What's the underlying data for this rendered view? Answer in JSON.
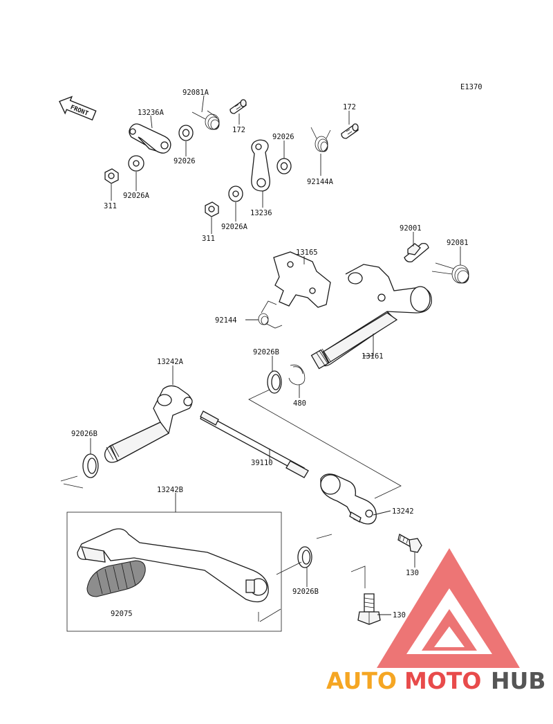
{
  "diagram_id": "E1370",
  "front_label": "FRONT",
  "labels": {
    "p13236A": "13236A",
    "p92081A": "92081A",
    "p172a": "172",
    "p172b": "172",
    "p92026a": "92026",
    "p92026b": "92026",
    "p92144A": "92144A",
    "p311a": "311",
    "p92026Aa": "92026A",
    "p13236": "13236",
    "p92026Ab": "92026A",
    "p311b": "311",
    "p92001": "92001",
    "p92081": "92081",
    "p13165": "13165",
    "p92144": "92144",
    "p13161": "13161",
    "p92026Ba": "92026B",
    "p480": "480",
    "p13242A": "13242A",
    "p92026Bb": "92026B",
    "p39110": "39110",
    "p13242": "13242",
    "p13242B": "13242B",
    "p130a": "130",
    "p92026Bc": "92026B",
    "p92075": "92075",
    "p130b": "130"
  },
  "watermark": {
    "part1": "AUTO",
    "part2": "MOTO",
    "part3": "HUB",
    "colors": {
      "auto": "#f5a623",
      "moto": "#e84b4b",
      "hub": "#555555",
      "triangle": "#e84b4b"
    }
  }
}
